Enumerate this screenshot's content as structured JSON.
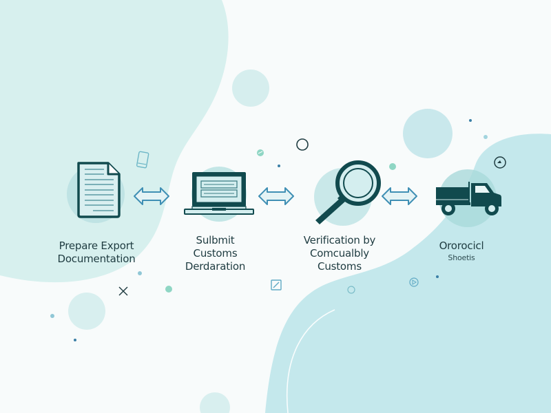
{
  "diagram": {
    "type": "process-flow",
    "direction": "left-to-right",
    "steps": [
      {
        "id": "step-1",
        "icon": "document-icon",
        "label_lines": [
          "Prepare Export",
          "Documentation"
        ]
      },
      {
        "id": "step-2",
        "icon": "laptop-icon",
        "label_lines": [
          "Sulbmit",
          "Customs",
          "Derdaration"
        ]
      },
      {
        "id": "step-3",
        "icon": "magnifier-icon",
        "label_lines": [
          "Verification by",
          "Comcualbly",
          "Customs"
        ]
      },
      {
        "id": "step-4",
        "icon": "truck-icon",
        "label_lines": [
          "Ororocicl",
          "Shoetis"
        ]
      }
    ],
    "connectors": [
      {
        "from": "step-1",
        "to": "step-2",
        "icon": "double-arrow-icon"
      },
      {
        "from": "step-2",
        "to": "step-3",
        "icon": "double-arrow-icon"
      },
      {
        "from": "step-3",
        "to": "step-4",
        "icon": "double-arrow-icon"
      }
    ]
  },
  "colors": {
    "background": "#f8fbfb",
    "blob_mint": "#d6f0ef",
    "blob_aqua": "#c3e7ec",
    "halo": "#bfe3e4",
    "icon_dark": "#114a4e",
    "icon_fill": "#d7efef",
    "arrow_stroke": "#3f8fb4",
    "arrow_fill": "#e4f3f5",
    "text": "#1e3b40",
    "accent_green": "#8fd6c4",
    "accent_blue_dot": "#3b7fa6"
  }
}
